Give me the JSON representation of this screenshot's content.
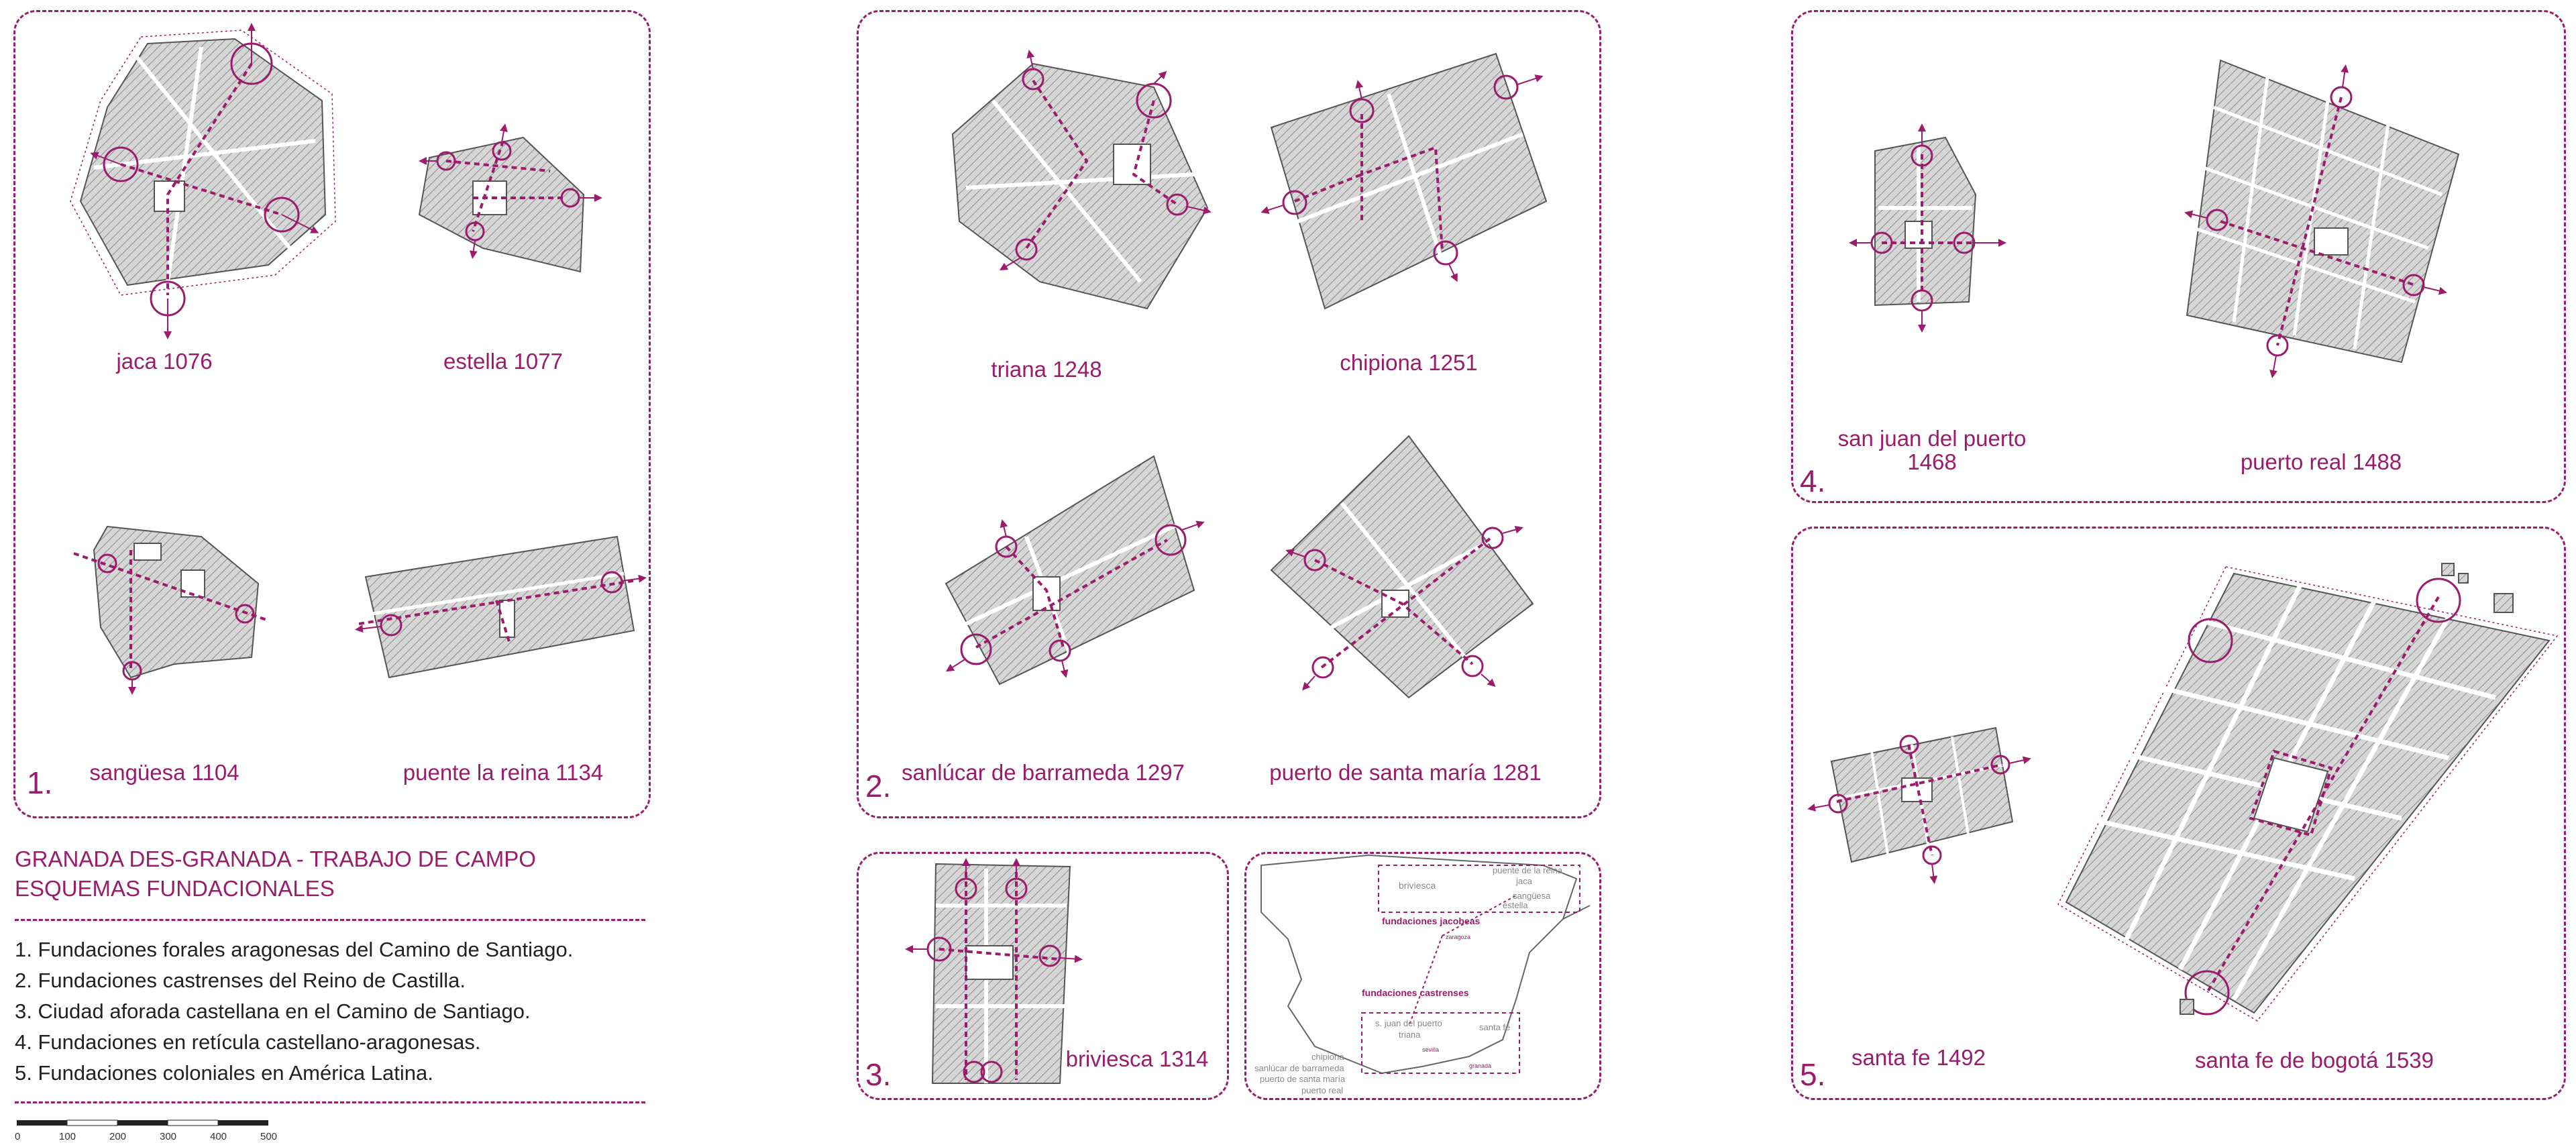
{
  "colors": {
    "accent": "#9b1c6b",
    "hatch": "#8c8c8c",
    "text": "#222222"
  },
  "panels": {
    "p1": {
      "number": "1.",
      "maps": [
        {
          "label": "jaca 1076"
        },
        {
          "label": "estella 1077"
        },
        {
          "label": "sangüesa 1104"
        },
        {
          "label": "puente la reina 1134"
        }
      ]
    },
    "p2": {
      "number": "2.",
      "maps": [
        {
          "label": "triana 1248"
        },
        {
          "label": "chipiona 1251"
        },
        {
          "label": "sanlúcar de barrameda 1297"
        },
        {
          "label": "puerto de santa maría 1281"
        }
      ]
    },
    "p3": {
      "number": "3.",
      "maps": [
        {
          "label": "briviesca 1314"
        }
      ]
    },
    "p4": {
      "number": "4.",
      "maps": [
        {
          "label": "san juan del puerto",
          "label2": "1468"
        },
        {
          "label": "puerto real 1488"
        }
      ]
    },
    "p5": {
      "number": "5.",
      "maps": [
        {
          "label": "santa fe 1492"
        },
        {
          "label": "santa fe de bogotá 1539"
        }
      ]
    }
  },
  "heading": {
    "line1": "GRANADA DES-GRANADA - TRABAJO DE CAMPO",
    "line2": "ESQUEMAS FUNDACIONALES"
  },
  "legend": [
    "1. Fundaciones forales aragonesas del Camino de Santiago.",
    "2. Fundaciones castrenses del Reino de Castilla.",
    "3. Ciudad aforada castellana en el Camino de Santiago.",
    "4. Fundaciones en retícula castellano-aragonesas.",
    "5. Fundaciones coloniales en América Latina."
  ],
  "scale_bar": [
    "0",
    "100",
    "200",
    "300",
    "400",
    "500"
  ],
  "inset_map": {
    "group1": "fundaciones jacobeas",
    "group2": "fundaciones castrenses",
    "towns_north": [
      "briviesca",
      "puente de la reina",
      "jaca",
      "sangüesa",
      "estella",
      "zaragoza"
    ],
    "towns_south": [
      "s. juan del puerto",
      "triana",
      "sevilla",
      "santa fe",
      "granada",
      "chipiona",
      "sanlúcar de barrameda",
      "puerto de santa maría",
      "puerto real"
    ]
  }
}
